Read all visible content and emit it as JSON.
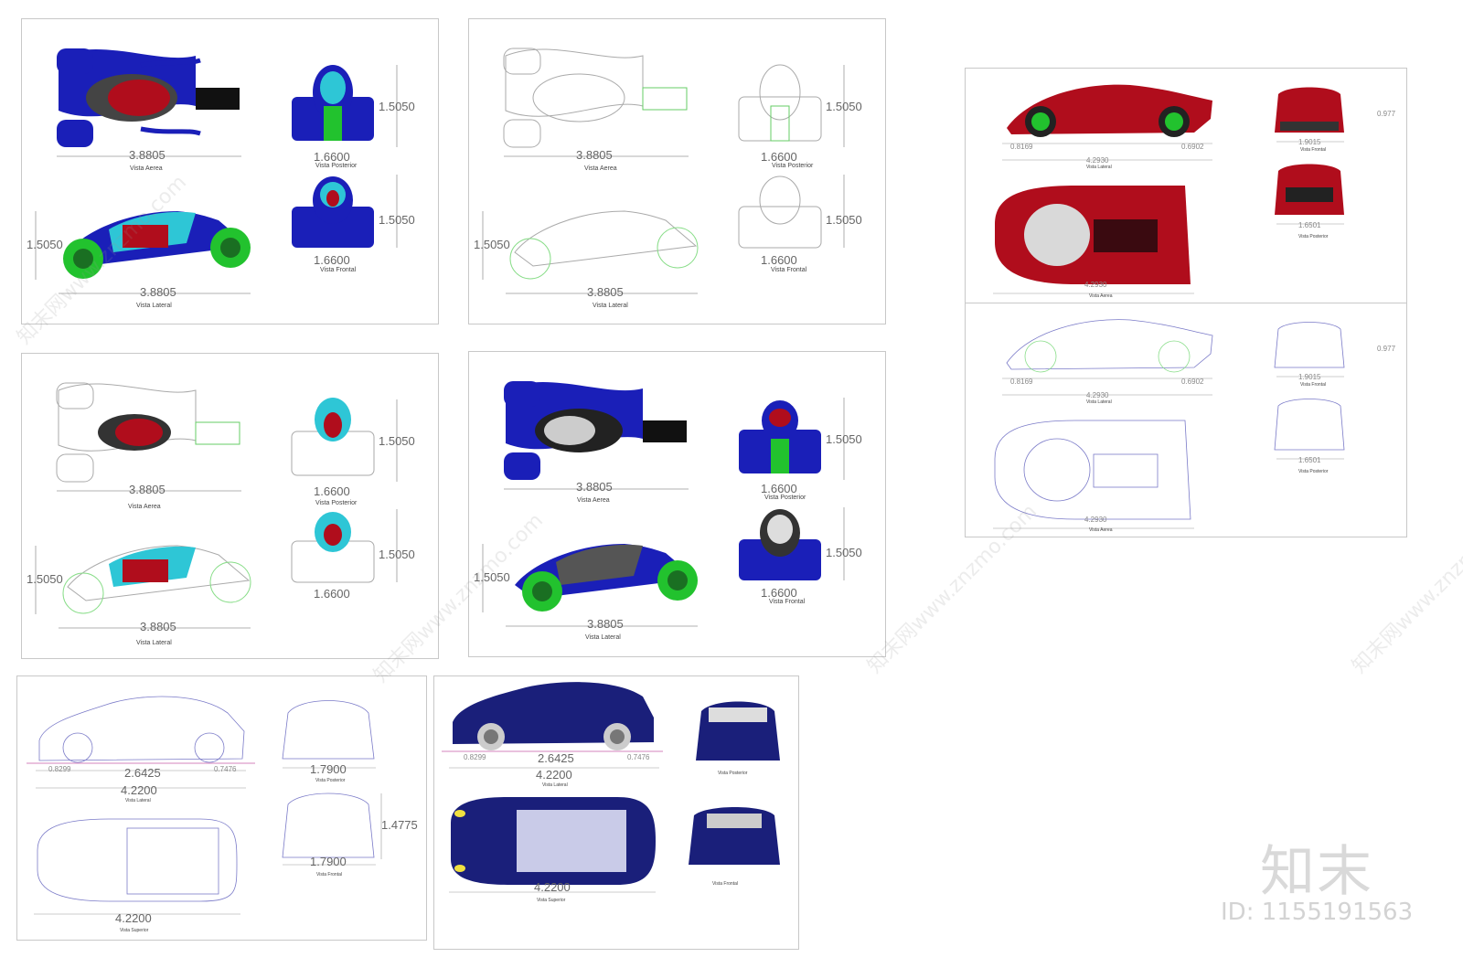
{
  "sheets": {
    "s1": {
      "top_len": "3.8805",
      "top_cap": "Vista Aerea",
      "rear_w": "1.6600",
      "rear_cap": "Vista Posterior",
      "rear_h": "1.5050",
      "front_w": "1.6600",
      "front_cap": "Vista Frontal",
      "front_h": "1.5050",
      "side_h": "1.5050",
      "side_len": "3.8805",
      "side_cap": "Vista Lateral"
    },
    "s2": {
      "top_len": "3.8805",
      "top_cap": "Vista Aerea",
      "rear_w": "1.6600",
      "rear_cap": "Vista Posterior",
      "rear_h": "1.5050",
      "front_w": "1.6600",
      "front_cap": "Vista Frontal",
      "front_h": "1.5050",
      "side_h": "1.5050",
      "side_len": "3.8805",
      "side_cap": "Vista Lateral"
    },
    "s3": {
      "top_len": "3.8805",
      "top_cap": "Vista Aerea",
      "rear_w": "1.6600",
      "rear_cap": "Vista Posterior",
      "rear_h": "1.5050",
      "front_w": "1.6600",
      "front_h": "1.5050",
      "side_h": "1.5050",
      "side_len": "3.8805",
      "side_cap": "Vista Lateral"
    },
    "s4": {
      "top_len": "3.8805",
      "top_cap": "Vista Aerea",
      "rear_w": "1.6600",
      "rear_cap": "Vista Posterior",
      "rear_h": "1.5050",
      "front_w": "1.6600",
      "front_cap": "Vista Frontal",
      "front_h": "1.5050",
      "side_h": "1.5050",
      "side_len": "3.8805",
      "side_cap": "Vista Lateral"
    },
    "red_color": {
      "side_front_oh": "0.8169",
      "side_rear_oh": "0.6902",
      "side_len": "4.2930",
      "side_cap": "Vista Lateral",
      "front_w": "1.9015",
      "front_cap": "Vista Frontal",
      "front_h": "0.977",
      "rear_w": "1.6501",
      "rear_cap": "Vista Posterior",
      "top_len": "4.2930",
      "top_cap": "Vista Aerea"
    },
    "red_line": {
      "side_front_oh": "0.8169",
      "side_rear_oh": "0.6902",
      "side_len": "4.2930",
      "side_cap": "Vista Lateral",
      "front_w": "1.9015",
      "front_cap": "Vista Frontal",
      "front_h": "0.977",
      "rear_w": "1.6501",
      "rear_cap": "Vista Posterior",
      "top_len": "4.2930",
      "top_cap": "Vista Aerea"
    },
    "hatch_line": {
      "front_oh": "0.8299",
      "rear_oh": "0.7476",
      "wheelbase": "2.6425",
      "length": "4.2200",
      "side_cap": "Vista Lateral",
      "rear_w": "1.7900",
      "rear_cap": "Vista Posterior",
      "front_w": "1.7900",
      "front_h": "1.4775",
      "front_cap": "Vista Frontal",
      "top_len": "4.2200",
      "top_cap": "Vista Superior"
    },
    "hatch_color": {
      "front_oh": "0.8299",
      "rear_oh": "0.7476",
      "wheelbase": "2.6425",
      "length": "4.2200",
      "side_cap": "Vista Lateral",
      "rear_cap": "Vista Posterior",
      "front_cap": "Vista Frontal",
      "top_len": "4.2200",
      "top_cap": "Vista Superior"
    }
  },
  "watermark": {
    "text": "知末网www.znzmo.com",
    "brand": "知末",
    "id": "ID: 1155191563"
  },
  "colors": {
    "blue": "#1a1fb8",
    "red": "#b00d1c",
    "green": "#22c22e",
    "cyan": "#2ec6d6",
    "line": "#7a7ac8"
  }
}
